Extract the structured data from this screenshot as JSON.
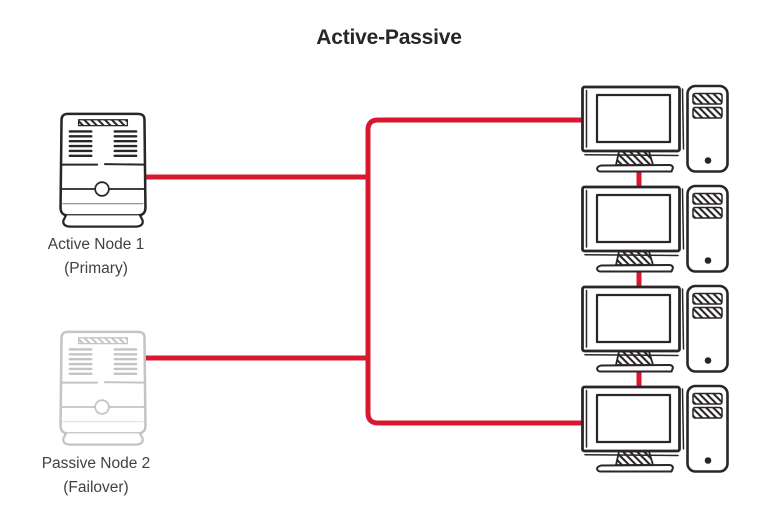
{
  "title": "Active-Passive",
  "nodes": [
    {
      "name": "Active Node 1",
      "role": "(Primary)",
      "state": "active"
    },
    {
      "name": "Passive Node 2",
      "role": "(Failover)",
      "state": "passive"
    }
  ],
  "client_workstations": {
    "count": 4
  },
  "icons": {
    "active_server": "server-icon",
    "passive_server": "server-icon",
    "client": "desktop-computer-icon"
  },
  "colors": {
    "accent": "#d7182f",
    "ink": "#2a2627",
    "muted": "#c4c4c4",
    "label": "#414042",
    "background": "#ffffff"
  }
}
